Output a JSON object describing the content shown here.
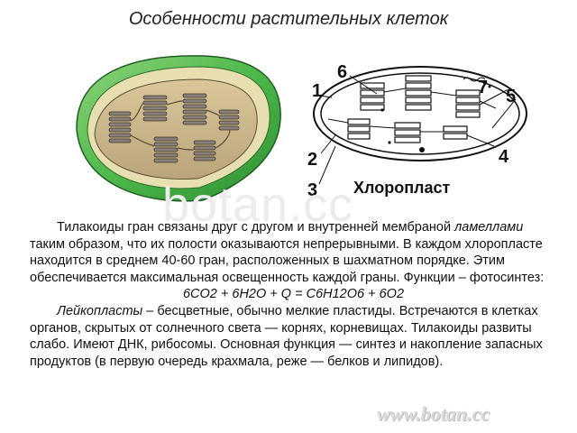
{
  "title": "Особенности растительных клеток",
  "figure": {
    "caption": "Хлоропласт",
    "labels": [
      "1",
      "2",
      "3",
      "4",
      "5",
      "6",
      "7"
    ]
  },
  "watermarks": {
    "center": "botan.cc",
    "corner": "www.botan.cc"
  },
  "body": {
    "p1_part1": "Тилакоиды гран связаны друг с другом и внутренней мембраной ",
    "p1_italic": "ламеллами",
    "p1_part2": " таким образом, что их полости оказываются непрерывными. В каждом хлоропласте находится в среднем 40-60 гран, расположенных в шахматном порядке. Этим обеспечивается максимальная освещенность каждой граны. Функции – фотосинтез:",
    "formula": "6CO2 + 6H2O + Q = C6H12O6 + 6O2",
    "p2_italic": "Лейкопласты",
    "p2_part": " – бесцветные, обычно мелкие пластиды. Встречаются в клетках органов, скрытых от солнечного света — корнях, корневищах. Тилакоиды развиты слабо. Имеют ДНК, рибосомы. Основная функция — синтез и накопление запасных продуктов (в первую очередь крахмала, реже — белков и липидов)."
  },
  "colors": {
    "outer_membrane": "#4cb84a",
    "stroma": "#c8b890",
    "grana": "#8a8078"
  }
}
